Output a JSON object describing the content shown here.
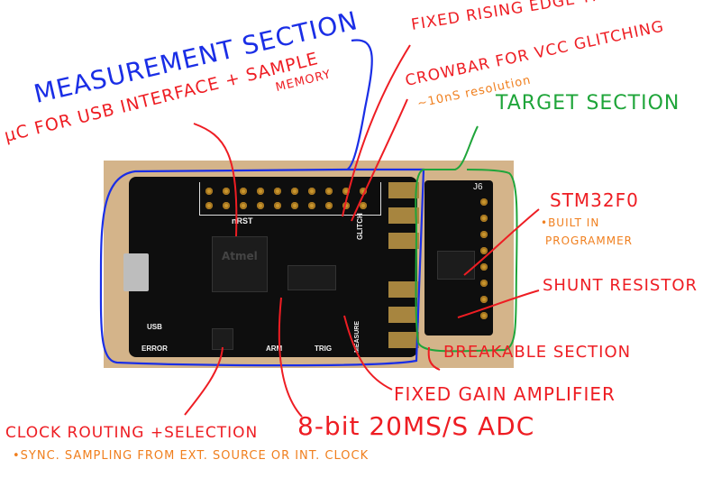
{
  "labels": {
    "measurement_section": "MEASUREMENT SECTION",
    "uc_usb": "µC FOR USB INTERFACE + SAMPLE",
    "uc_memory": "MEMORY",
    "fixed_trigger": "FIXED RISING EDGE TRIGGER",
    "crowbar": "CROWBAR FOR VCC GLITCHING",
    "crowbar_note": "~10nS resolution",
    "target_section": "TARGET SECTION",
    "stm32": "STM32F0",
    "stm32_note_1": "•BUILT IN",
    "stm32_note_2": "PROGRAMMER",
    "shunt": "SHUNT RESISTOR",
    "breakable": "BREAKABLE SECTION",
    "fixed_gain": "FIXED GAIN AMPLIFIER",
    "clock_routing": "CLOCK ROUTING +SELECTION",
    "adc": "8-bit 20MS/S ADC",
    "clock_note": "•SYNC. SAMPLING FROM EXT. SOURCE OR INT. CLOCK"
  },
  "board_silkscreen": {
    "nrst": "nRST",
    "glitch": "GLITCH",
    "usb": "USB",
    "error": "ERROR",
    "arm": "ARM",
    "trig": "TRIG",
    "measure": "MEASURE",
    "j6": "J6",
    "mcu_brand": "Atmel"
  },
  "colors": {
    "annotation_red": "#ee1d23",
    "measurement_blue": "#1a2ee6",
    "target_green": "#1fa53a",
    "note_orange": "#f07f1e"
  }
}
